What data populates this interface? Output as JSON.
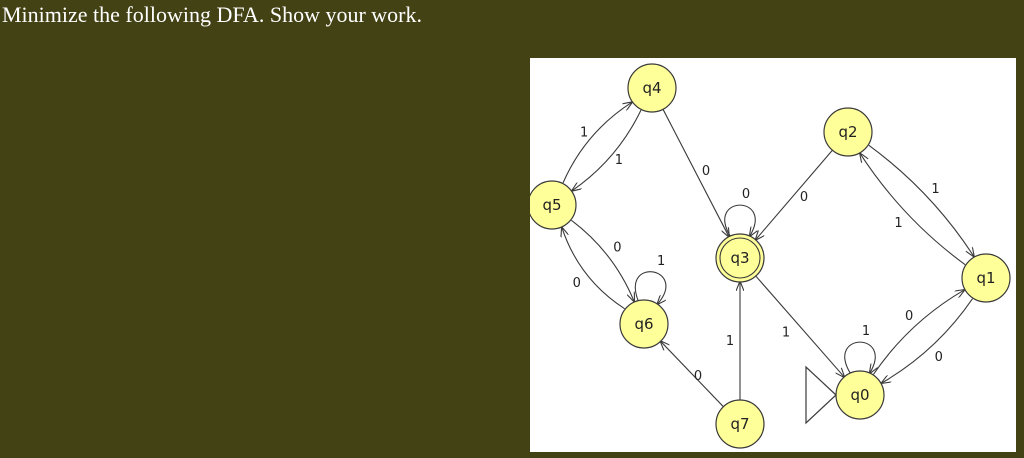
{
  "question": {
    "text": "Minimize the following DFA. Show your work."
  },
  "dfa": {
    "colors": {
      "node_fill": "#ffff99",
      "node_stroke": "#3a3a3a",
      "background": "#434215",
      "panel": "#ffffff"
    },
    "start_state": "q0",
    "accepting_states": [
      "q3"
    ],
    "states": [
      "q4",
      "q2",
      "q5",
      "q3",
      "q1",
      "q6",
      "q0",
      "q7"
    ],
    "transitions": [
      {
        "from": "q5",
        "to": "q4",
        "symbol": "1"
      },
      {
        "from": "q4",
        "to": "q5",
        "symbol": "1"
      },
      {
        "from": "q4",
        "to": "q3",
        "symbol": "0"
      },
      {
        "from": "q3",
        "to": "q3",
        "symbol": "0"
      },
      {
        "from": "q2",
        "to": "q3",
        "symbol": "0"
      },
      {
        "from": "q2",
        "to": "q1",
        "symbol": "1"
      },
      {
        "from": "q1",
        "to": "q2",
        "symbol": "1"
      },
      {
        "from": "q5",
        "to": "q6",
        "symbol": "0"
      },
      {
        "from": "q6",
        "to": "q5",
        "symbol": "0"
      },
      {
        "from": "q6",
        "to": "q6",
        "symbol": "1"
      },
      {
        "from": "q3",
        "to": "q0",
        "symbol": "1"
      },
      {
        "from": "q0",
        "to": "q0",
        "symbol": "1"
      },
      {
        "from": "q0",
        "to": "q1",
        "symbol": "0"
      },
      {
        "from": "q1",
        "to": "q0",
        "symbol": "0"
      },
      {
        "from": "q7",
        "to": "q6",
        "symbol": "0"
      },
      {
        "from": "q7",
        "to": "q3",
        "symbol": "1"
      }
    ]
  }
}
